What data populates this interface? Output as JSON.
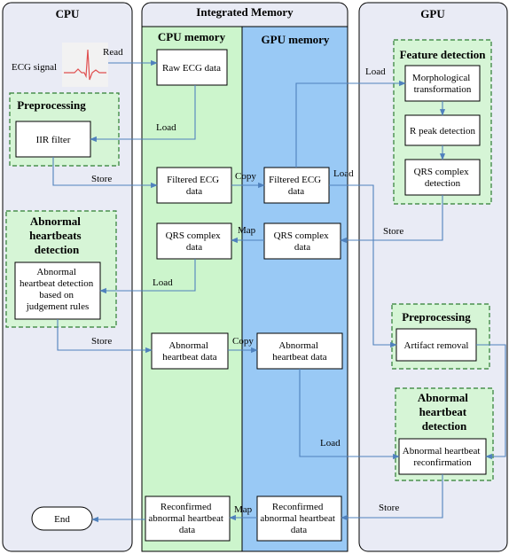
{
  "columns": {
    "cpu": "CPU",
    "integrated": "Integrated Memory",
    "gpu": "GPU",
    "cpu_memory": "CPU memory",
    "gpu_memory": "GPU memory"
  },
  "cpu": {
    "ecg_signal": "ECG signal",
    "preprocessing_title": "Preprocessing",
    "iir_filter": "IIR filter",
    "abnormal_title": [
      "Abnormal",
      "heartbeats",
      "detection"
    ],
    "abnormal_box": [
      "Abnormal",
      "heartbeat detection",
      "based on",
      "judgement rules"
    ],
    "end": "End"
  },
  "cpu_memory": {
    "raw": [
      "Raw ECG data"
    ],
    "filtered": [
      "Filtered ECG",
      "data"
    ],
    "qrs": [
      "QRS complex",
      "data"
    ],
    "abnormal": [
      "Abnormal",
      "heartbeat data"
    ],
    "reconfirmed": [
      "Reconfirmed",
      "abnormal heartbeat",
      "data"
    ]
  },
  "gpu_memory": {
    "filtered": [
      "Filtered ECG",
      "data"
    ],
    "qrs": [
      "QRS complex",
      "data"
    ],
    "abnormal": [
      "Abnormal",
      "heartbeat data"
    ],
    "reconfirmed": [
      "Reconfirmed",
      "abnormal heartbeat",
      "data"
    ]
  },
  "gpu": {
    "feature_title": "Feature detection",
    "morph": [
      "Morphological",
      "transformation"
    ],
    "rpeak": [
      "R peak detection"
    ],
    "qrs_detect": [
      "QRS complex",
      "detection"
    ],
    "preprocessing_title": "Preprocessing",
    "artifact": [
      "Artifact removal"
    ],
    "abnormal_title": [
      "Abnormal",
      "heartbeat",
      "detection"
    ],
    "reconfirm": [
      "Abnormal heartbeat",
      "reconfirmation"
    ]
  },
  "arrows": {
    "read": "Read",
    "load_iir": "Load",
    "store_iir": "Store",
    "copy_filtered": "Copy",
    "load_feature": "Load",
    "load_artifact": "Load",
    "store_qrs": "Store",
    "map_qrs": "Map",
    "load_abnormal": "Load",
    "store_abnormal": "Store",
    "copy_abnormal": "Copy",
    "load_reconfirm": "Load",
    "store_reconfirm": "Store",
    "map_reconfirm": "Map"
  },
  "colors": {
    "arrow": "#4f81bd",
    "cpu_memory_fill": "#ccf5cc",
    "gpu_memory_fill": "#99c9f5",
    "panel_fill": "#e9ebf5",
    "group_fill": "#d6f5d6",
    "group_border": "#2e7d32"
  }
}
